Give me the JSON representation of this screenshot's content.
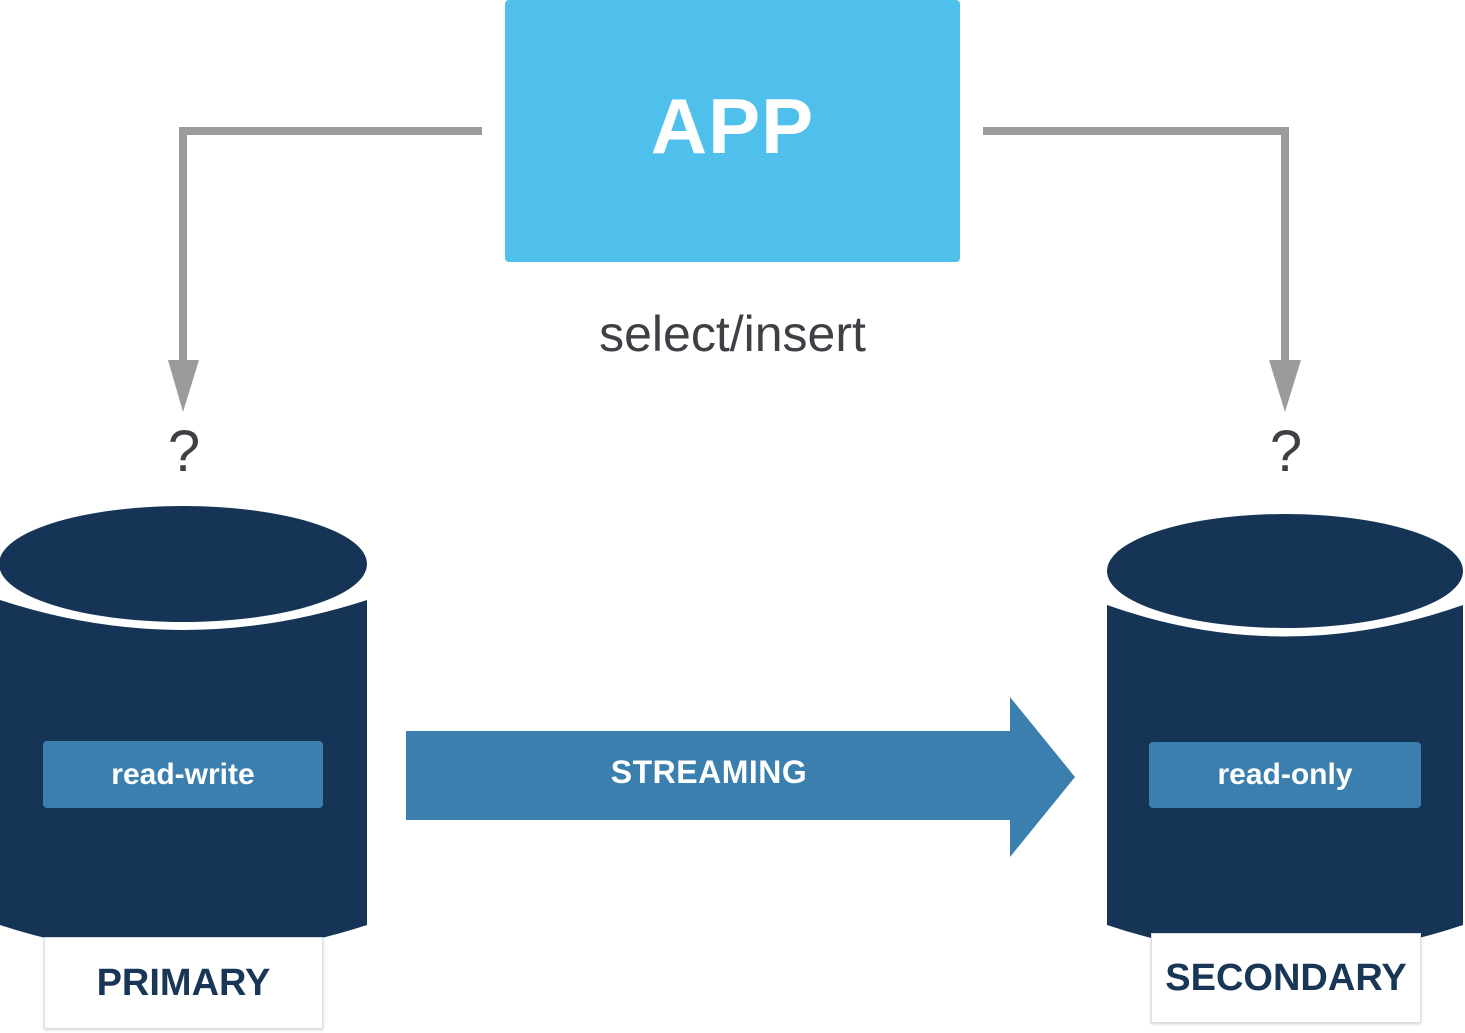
{
  "colors": {
    "app_fill": "#4fc0ec",
    "database_fill": "#163556",
    "tag_fill": "#3a7fae",
    "connector": "#9b9b9b",
    "text_dark": "#3f3f46",
    "label_text": "#1a3656"
  },
  "app": {
    "label": "APP"
  },
  "operation": {
    "label": "select/insert"
  },
  "connectors": {
    "left_question": "?",
    "right_question": "?"
  },
  "primary": {
    "mode": "read-write",
    "name": "PRIMARY"
  },
  "secondary": {
    "mode": "read-only",
    "name": "SECONDARY"
  },
  "stream": {
    "label": "STREAMING"
  }
}
